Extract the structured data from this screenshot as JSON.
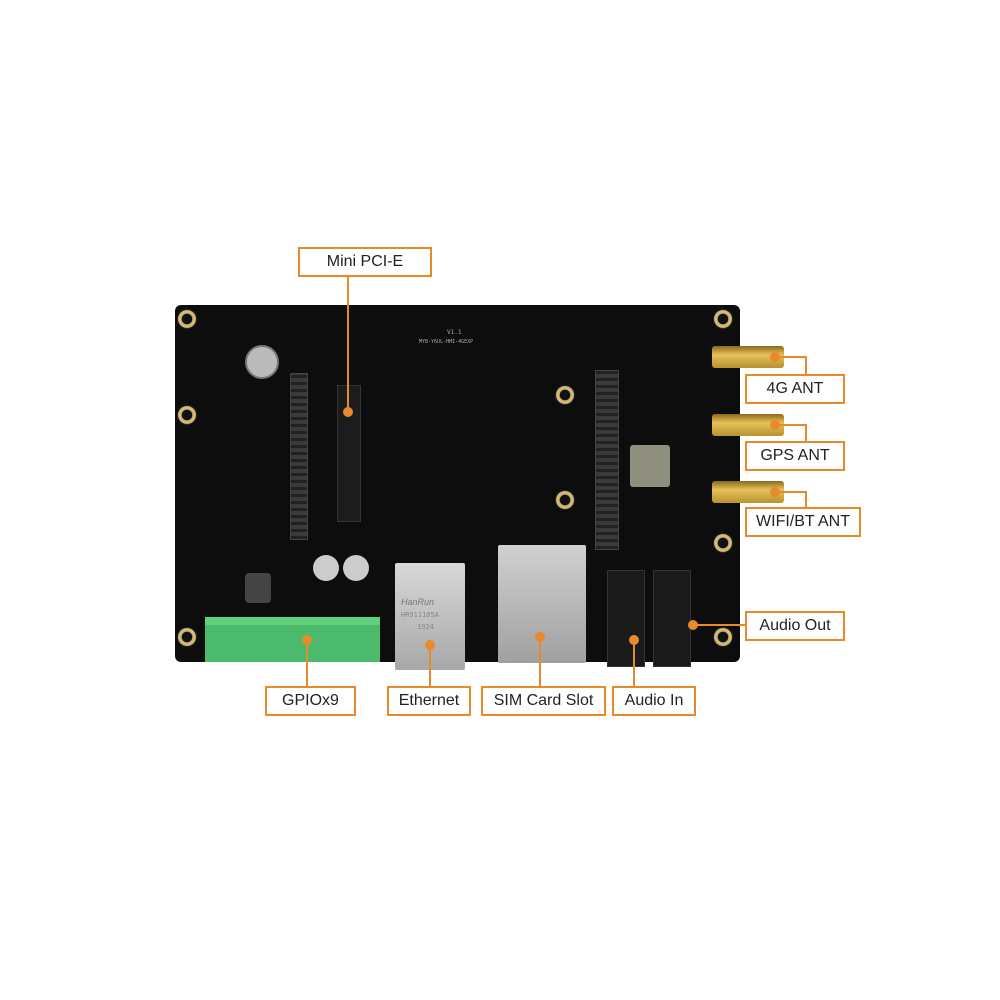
{
  "labels": {
    "mini_pcie": "Mini PCI-E",
    "ant_4g": "4G ANT",
    "ant_gps": "GPS ANT",
    "ant_wifi_bt": "WIFI/BT ANT",
    "audio_out": "Audio Out",
    "gpio": "GPIOx9",
    "ethernet": "Ethernet",
    "sim_slot": "SIM Card Slot",
    "audio_in": "Audio In"
  },
  "board": {
    "version": "V1.1",
    "model": "MYB-Y6UL-HMI-4GEXP",
    "rj45_brand": "HanRun",
    "rj45_part": "HR911105A",
    "rj45_date": "1924"
  },
  "colors": {
    "accent": "#e8892c",
    "board": "#0d0d0d",
    "terminal": "#4cba6c"
  }
}
